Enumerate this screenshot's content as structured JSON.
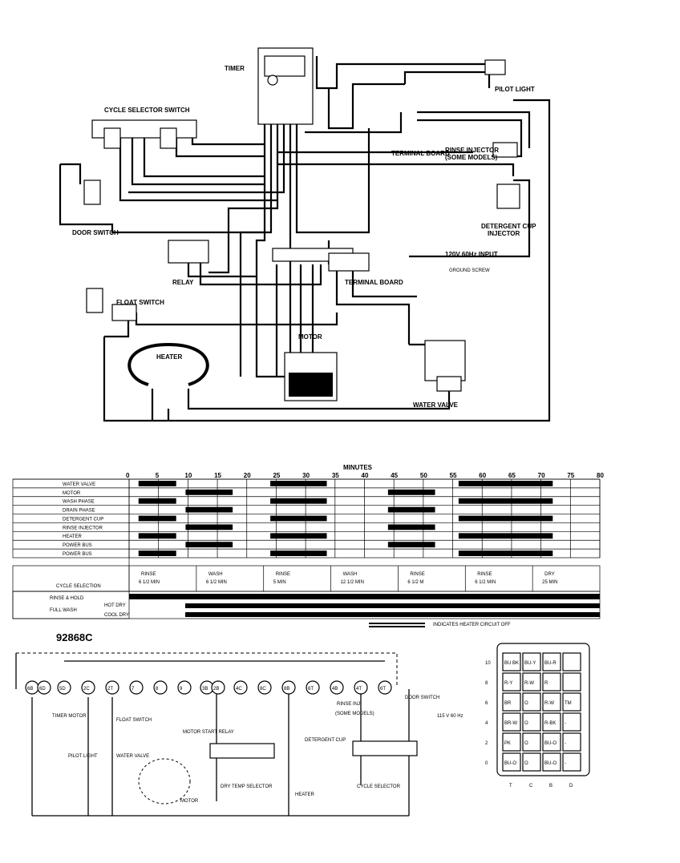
{
  "top": {
    "labels": {
      "timer": "TIMER",
      "cycle_selector_switch": "CYCLE SELECTOR SWITCH",
      "pilot_light": "PILOT LIGHT",
      "terminal_board_1": "TERMINAL BOARD",
      "rinse_injector": "RINSE INJECTOR",
      "rinse_injector_note": "(SOME MODELS)",
      "detergent_cup": "DETERGENT CUP",
      "injector": "INJECTOR",
      "door_switch": "DOOR SWITCH",
      "relay": "RELAY",
      "terminal_board_2": "TERMINAL BOARD",
      "input": "120V 60Hz INPUT",
      "ground_screw": "GROUND SCREW",
      "float_switch": "FLOAT SWITCH",
      "heater": "HEATER",
      "motor": "MOTOR",
      "water_valve": "WATER VALVE"
    }
  },
  "chart": {
    "minutes_label": "MINUTES",
    "minute_ticks": [
      "0",
      "5",
      "10",
      "15",
      "20",
      "25",
      "30",
      "35",
      "40",
      "45",
      "50",
      "55",
      "60",
      "65",
      "70",
      "75",
      "80"
    ],
    "functions": [
      "WATER VALVE",
      "MOTOR",
      "WASH PHASE",
      "DRAIN PHASE",
      "DETERGENT CUP",
      "RINSE INJECTOR",
      "HEATER",
      "POWER BUS",
      "POWER BUS"
    ],
    "phases": [
      {
        "name": "RINSE",
        "time": "6 1/2 MIN"
      },
      {
        "name": "WASH",
        "time": "6 1/2 MIN"
      },
      {
        "name": "RINSE",
        "time": "5 MIN"
      },
      {
        "name": "WASH",
        "time": "12 1/2 MIN"
      },
      {
        "name": "RINSE",
        "time": "6 1/2 M"
      },
      {
        "name": "RINSE",
        "time": "6 1/2 MIN"
      },
      {
        "name": "DRY",
        "time": "25 MIN"
      }
    ],
    "cycles": {
      "cycle_selection": "CYCLE SELECTION",
      "rinse_hold": "RINSE & HOLD",
      "full_wash": "FULL WASH",
      "hot_dry": "HOT DRY",
      "cool_dry": "COOL DRY"
    },
    "legend": "INDICATES HEATER CIRCUIT OFF"
  },
  "schematic": {
    "model": "92868C",
    "terminals": [
      "6B",
      "6D",
      "5D",
      "2C",
      "2T",
      "7",
      "8",
      "9",
      "3B",
      "2B",
      "4C",
      "8C",
      "8B",
      "6T",
      "4B",
      "4T",
      "6T"
    ],
    "labels": {
      "timer_motor": "TIMER MOTOR",
      "pilot_light": "PILOT LIGHT",
      "float_switch": "FLOAT SWITCH",
      "water_valve": "WATER VALVE",
      "motor_start_relay": "MOTOR START RELAY",
      "motor": "MOTOR",
      "dry_temp_selector": "DRY TEMP SELECTOR",
      "heater": "HEATER",
      "detergent_cup": "DETERGENT CUP",
      "rinse_inj": "RINSE INJ.",
      "some_models": "(SOME MODELS)",
      "cycle_selector": "CYCLE SELECTOR",
      "door_switch": "DOOR SWITCH",
      "input": "115 V 60 Hz"
    }
  },
  "connector": {
    "rows": [
      {
        "pin": "10",
        "cells": [
          "BU BK",
          "BU-Y",
          "BU-R",
          ""
        ]
      },
      {
        "pin": "8",
        "cells": [
          "R-Y",
          "R-W",
          "R",
          ""
        ]
      },
      {
        "pin": "6",
        "cells": [
          "BR",
          "O",
          "R-W",
          "TM"
        ]
      },
      {
        "pin": "4",
        "cells": [
          "BR-W",
          "O",
          "R-BK",
          "-"
        ]
      },
      {
        "pin": "2",
        "cells": [
          "PK",
          "O",
          "BU-O",
          "-"
        ]
      },
      {
        "pin": "0",
        "cells": [
          "BU-O",
          "O",
          "BU-O",
          "-"
        ]
      }
    ],
    "cols": [
      "T",
      "C",
      "B",
      "D"
    ]
  }
}
